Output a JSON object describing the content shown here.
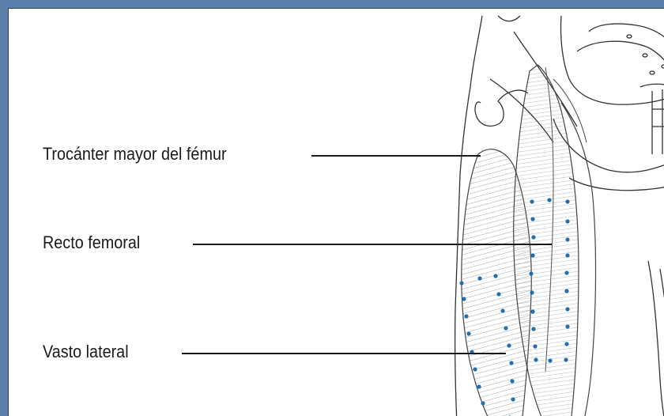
{
  "labels": {
    "trochanter": "Trocánter mayor del fémur",
    "rectus": "Recto femoral",
    "vastus": "Vasto lateral"
  },
  "colors": {
    "frame": "#5a7fa8",
    "injection_dots": "#1f6fb2",
    "line_art": "#333333"
  }
}
